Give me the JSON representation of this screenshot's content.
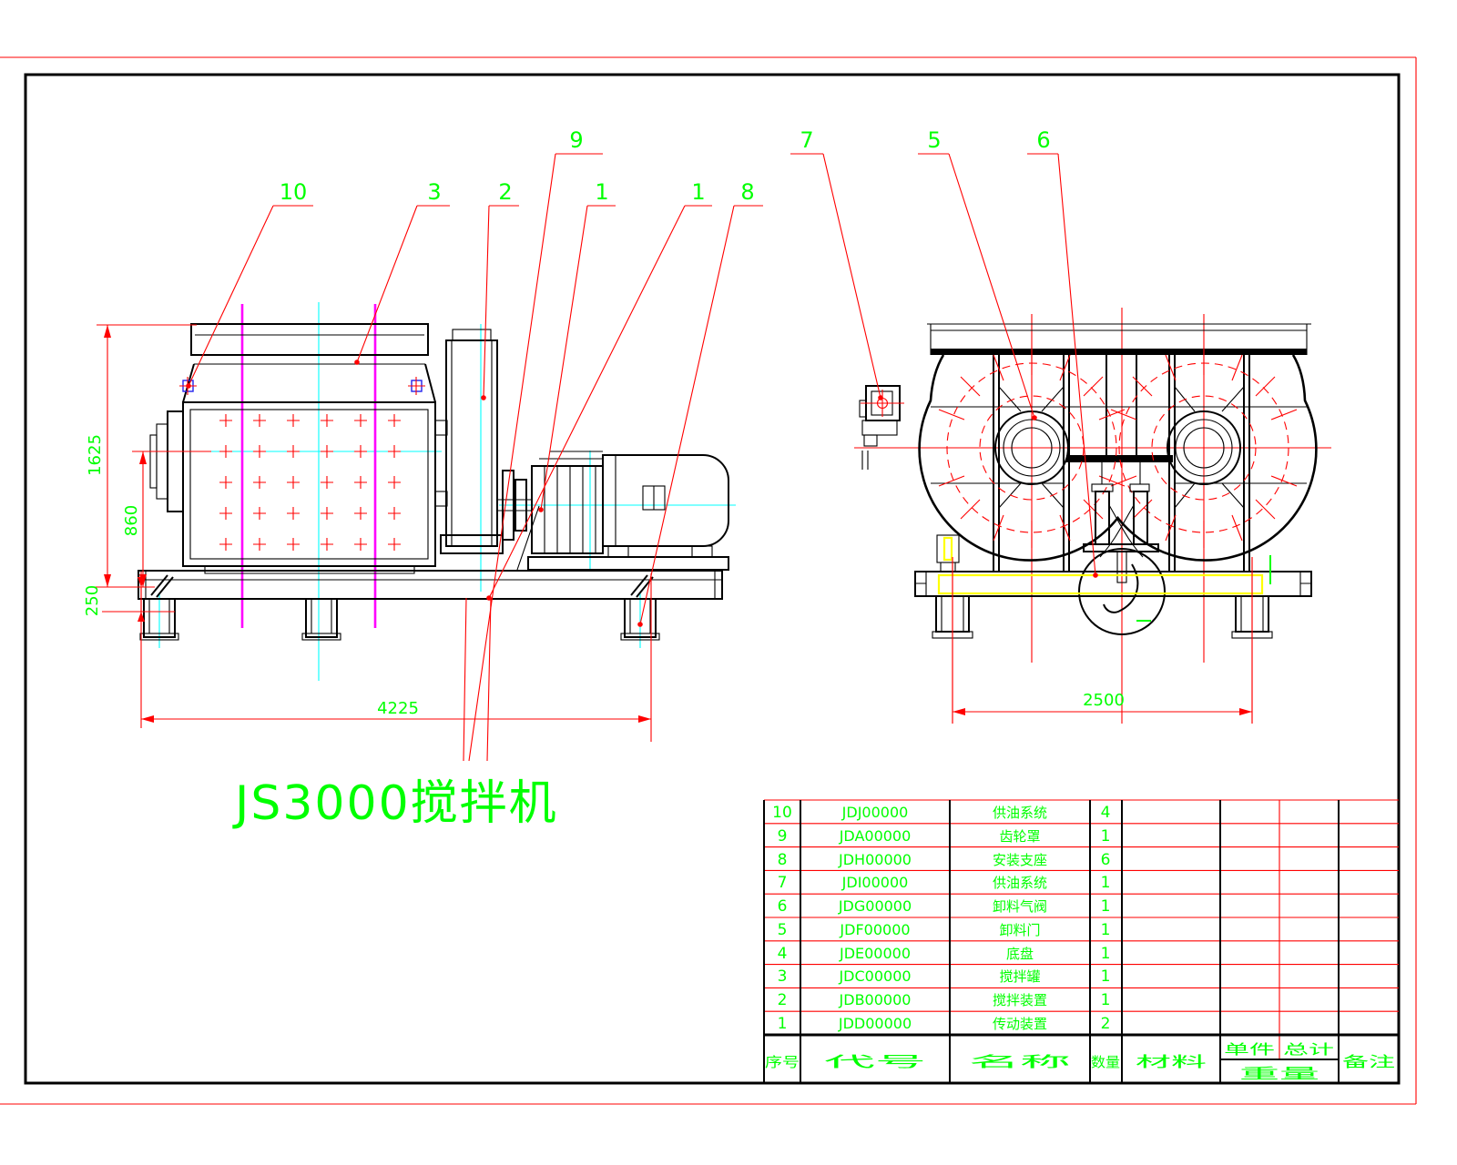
{
  "drawing": {
    "title": "JS3000搅拌机"
  },
  "dimensions": {
    "overall_width": "4225",
    "overall_height": "1625",
    "axis_height": "860",
    "base_height": "250",
    "right_view_width": "2500"
  },
  "callouts": [
    {
      "label": "10"
    },
    {
      "label": "3"
    },
    {
      "label": "2"
    },
    {
      "label": "9"
    },
    {
      "label": "1"
    },
    {
      "label": "1"
    },
    {
      "label": "8"
    },
    {
      "label": "7"
    },
    {
      "label": "5"
    },
    {
      "label": "6"
    }
  ],
  "bom_table": {
    "headers": {
      "seq": "序号",
      "code": "代号",
      "name": "名称",
      "qty": "数量",
      "material": "材料",
      "unit_piece": "单件",
      "total": "总计",
      "weight": "重量",
      "remarks": "备注"
    },
    "rows": [
      {
        "seq": "10",
        "code": "JDJ00000",
        "name": "供油系统",
        "qty": "4"
      },
      {
        "seq": "9",
        "code": "JDA00000",
        "name": "齿轮罩",
        "qty": "1"
      },
      {
        "seq": "8",
        "code": "JDH00000",
        "name": "安装支座",
        "qty": "6"
      },
      {
        "seq": "7",
        "code": "JDI00000",
        "name": "供油系统",
        "qty": "1"
      },
      {
        "seq": "6",
        "code": "JDG00000",
        "name": "卸料气阀",
        "qty": "1"
      },
      {
        "seq": "5",
        "code": "JDF00000",
        "name": "卸料门",
        "qty": "1"
      },
      {
        "seq": "4",
        "code": "JDE00000",
        "name": "底盘",
        "qty": "1"
      },
      {
        "seq": "3",
        "code": "JDC00000",
        "name": "搅拌罐",
        "qty": "1"
      },
      {
        "seq": "2",
        "code": "JDB00000",
        "name": "搅拌装置",
        "qty": "1"
      },
      {
        "seq": "1",
        "code": "JDD00000",
        "name": "传动装置",
        "qty": "2"
      }
    ]
  },
  "colors": {
    "line_red": "#ff0000",
    "annotation_green": "#00ff00",
    "centerline_cyan": "#00ffff",
    "highlight_magenta": "#ff00ff",
    "highlight_yellow": "#ffff00",
    "drawing_black": "#000000"
  }
}
